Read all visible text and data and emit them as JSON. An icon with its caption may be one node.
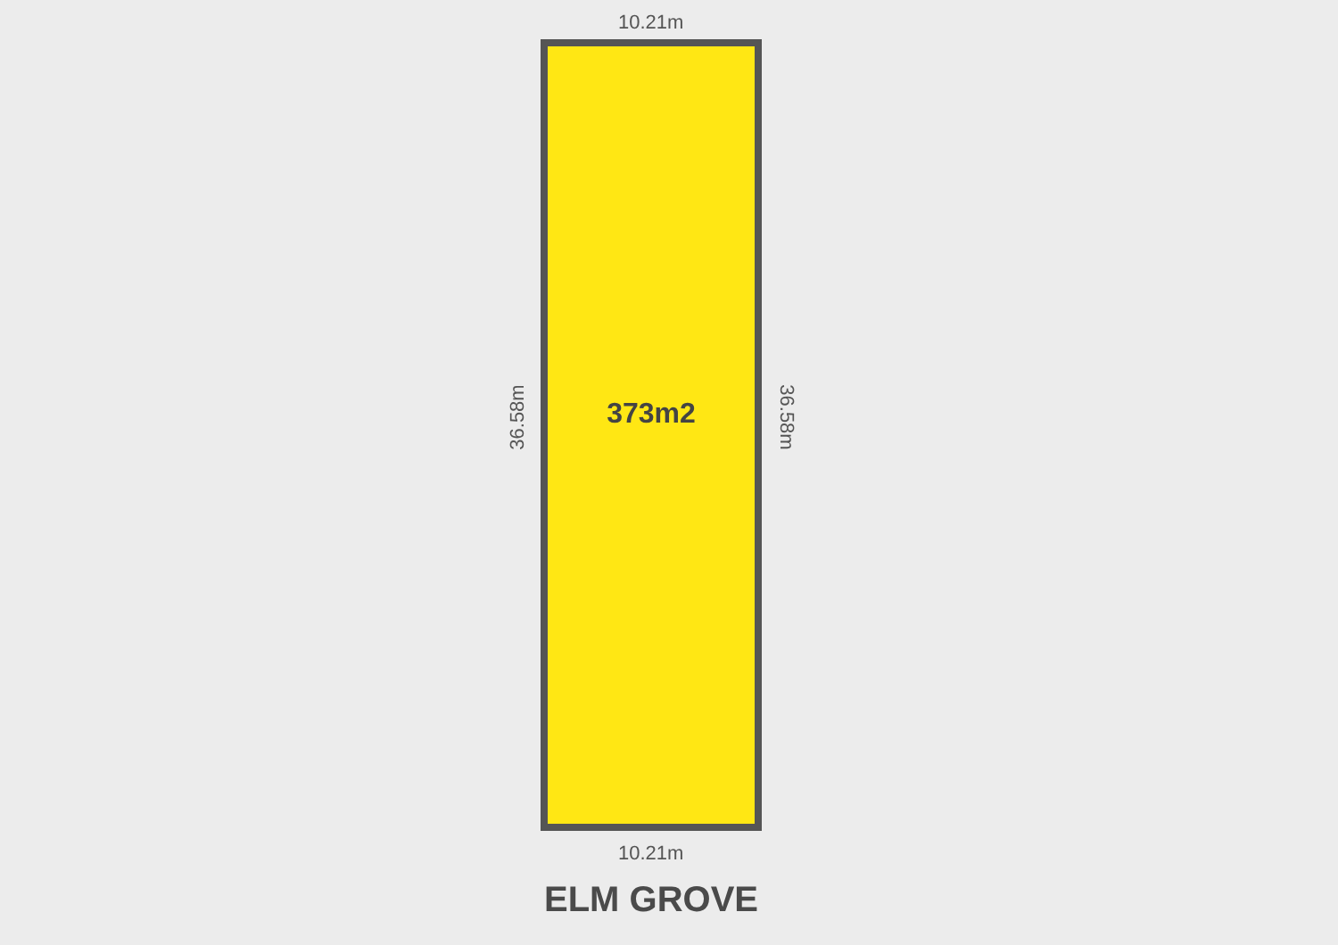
{
  "diagram": {
    "nodes": [
      {
        "text": [
          "373m2"
        ]
      }
    ],
    "labels": [
      "10.21m",
      "36.58m",
      "36.58m",
      "10.21m",
      "ELM GROVE"
    ]
  }
}
